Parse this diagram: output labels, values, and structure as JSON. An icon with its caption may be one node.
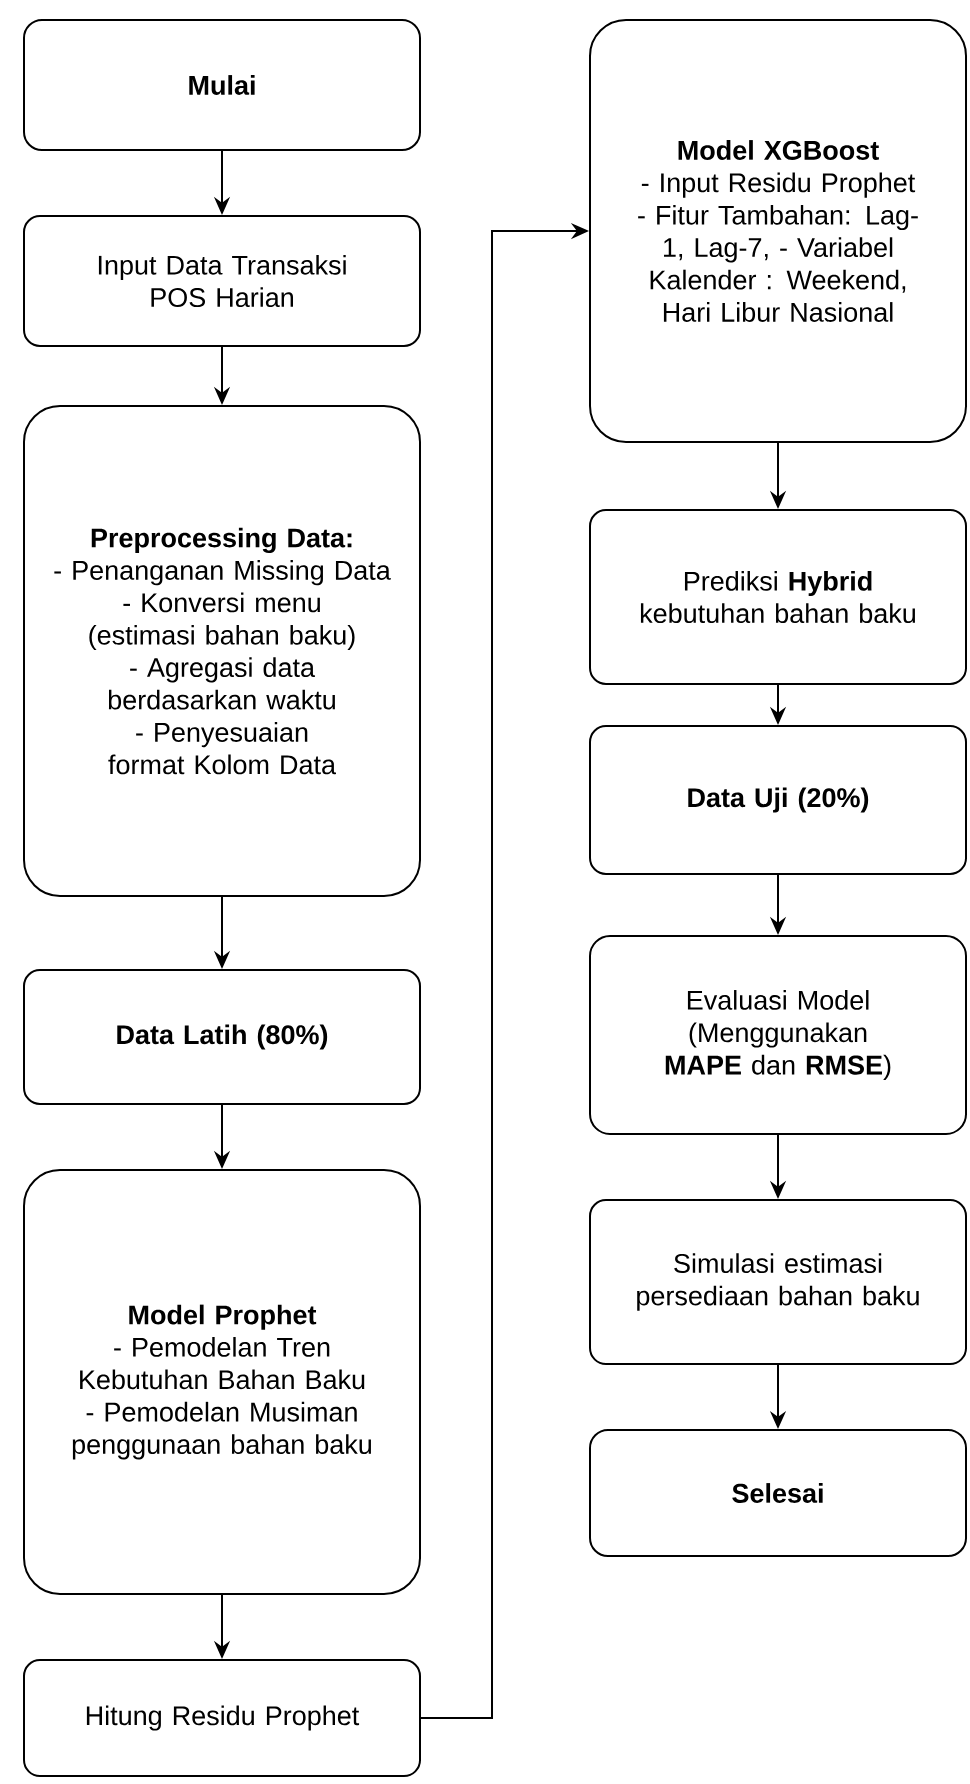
{
  "diagram": {
    "nodes": [
      {
        "text": [
          "Mulai"
        ]
      },
      {
        "text": [
          "Input Data Transaksi POS Harian"
        ]
      },
      {
        "text": [
          "Preprocessing Data:",
          "- Penanganan Missing Data",
          "- Konversi menu (estimasi bahan baku)",
          "- Agregasi data berdasarkan waktu",
          "- Penyesuaian format Kolom Data"
        ]
      },
      {
        "text": [
          "Data Latih (80%)"
        ]
      },
      {
        "text": [
          "Model Prophet",
          "- Pemodelan Tren Kebutuhan Bahan Baku",
          "- Pemodelan Musiman penggunaan bahan baku"
        ]
      },
      {
        "text": [
          "Hitung Residu Prophet"
        ]
      },
      {
        "text": [
          "Model XGBoost",
          "- Input Residu Prophet",
          "- Fitur Tambahan: Lag-1, Lag-7, - Variabel Kalender : Weekend, Hari Libur Nasional"
        ]
      },
      {
        "text": [
          "Prediksi **Hybrid** kebutuhan bahan baku"
        ]
      },
      {
        "text": [
          "Data Uji (20%)"
        ]
      },
      {
        "text": [
          "Evaluasi Model (Menggunakan **MAPE** dan **RMSE**)"
        ]
      },
      {
        "text": [
          "Simulasi estimasi persediaan bahan baku"
        ]
      },
      {
        "text": [
          "Selesai"
        ]
      }
    ],
    "edges": [
      {
        "from": 0,
        "to": 1,
        "arrow": "to"
      },
      {
        "from": 1,
        "to": 2,
        "arrow": "to"
      },
      {
        "from": 2,
        "to": 3,
        "arrow": "to"
      },
      {
        "from": 3,
        "to": 4,
        "arrow": "to"
      },
      {
        "from": 4,
        "to": 5,
        "arrow": "to"
      },
      {
        "from": 5,
        "to": 6,
        "arrow": "to"
      },
      {
        "from": 6,
        "to": 7,
        "arrow": "to"
      },
      {
        "from": 7,
        "to": 8,
        "arrow": "to"
      },
      {
        "from": 8,
        "to": 9,
        "arrow": "to"
      },
      {
        "from": 9,
        "to": 10,
        "arrow": "to"
      },
      {
        "from": 10,
        "to": 11,
        "arrow": "to"
      }
    ]
  }
}
